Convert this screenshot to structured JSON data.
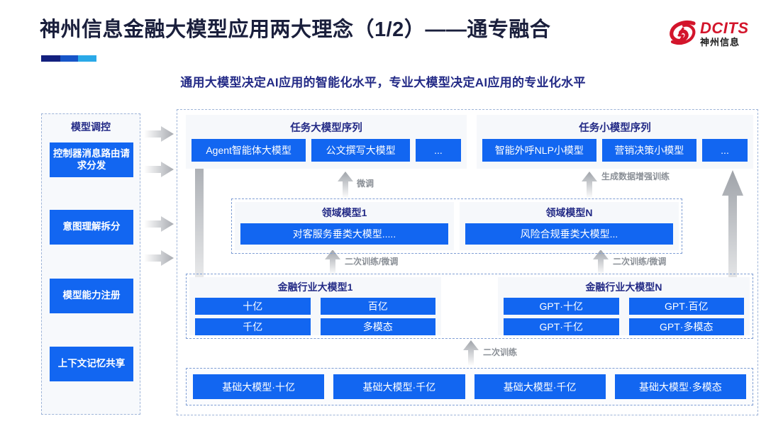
{
  "header": {
    "title": "神州信息金融大模型应用两大理念（1/2）——通专融合",
    "subtitle": "通用大模型决定AI应用的智能化水平，专业大模型决定AI应用的专业化水平",
    "accent_colors": [
      "#13207e",
      "#1755c8",
      "#2aa9e8"
    ],
    "title_color": "#1a1f3c",
    "subtitle_color": "#232a86"
  },
  "logo": {
    "brand_en": "DCITS",
    "brand_cn": "神州信息",
    "mark_color": "#d3152b",
    "en_color": "#d3152b",
    "cn_color": "#1b1b1b"
  },
  "theme": {
    "chip_blue": "#1266f1",
    "panel_bg": "#f6f8fb",
    "dashed_border": "#9eb4d8",
    "arrow_grey": "#b9bcc1",
    "heading_navy": "#232a86"
  },
  "control_column": {
    "title": "模型调控",
    "items": [
      {
        "label": "控制器消息路由请求分发"
      },
      {
        "label": "意图理解拆分"
      },
      {
        "label": "模型能力注册"
      },
      {
        "label": "上下文记忆共享"
      }
    ]
  },
  "task_panels": [
    {
      "title": "任务大模型序列",
      "chips": [
        "Agent智能体大模型",
        "公文撰写大模型",
        "..."
      ]
    },
    {
      "title": "任务小模型序列",
      "chips": [
        "智能外呼NLP小模型",
        "营销决策小模型",
        "..."
      ]
    }
  ],
  "domain_models": [
    {
      "title": "领域模型1",
      "chip": "对客服务垂类大模型....."
    },
    {
      "title": "领域模型N",
      "chip": "风险合规垂类大模型..."
    }
  ],
  "industry_models": [
    {
      "title": "金融行业大模型1",
      "chips": [
        "十亿",
        "百亿",
        "千亿",
        "多模态"
      ]
    },
    {
      "title": "金融行业大模型N",
      "chips": [
        "GPT·十亿",
        "GPT·百亿",
        "GPT·千亿",
        "GPT·多模态"
      ]
    }
  ],
  "base_models": {
    "chips": [
      "基础大模型·十亿",
      "基础大模型·千亿",
      "基础大模型·千亿",
      "基础大模型·多模态"
    ]
  },
  "arrow_labels": {
    "finetune_left": "微调",
    "data_aug_right": "生成数据增强训练",
    "retrain_left": "二次训练/微调",
    "retrain_right": "二次训练/微调",
    "retrain_base": "二次训练"
  }
}
